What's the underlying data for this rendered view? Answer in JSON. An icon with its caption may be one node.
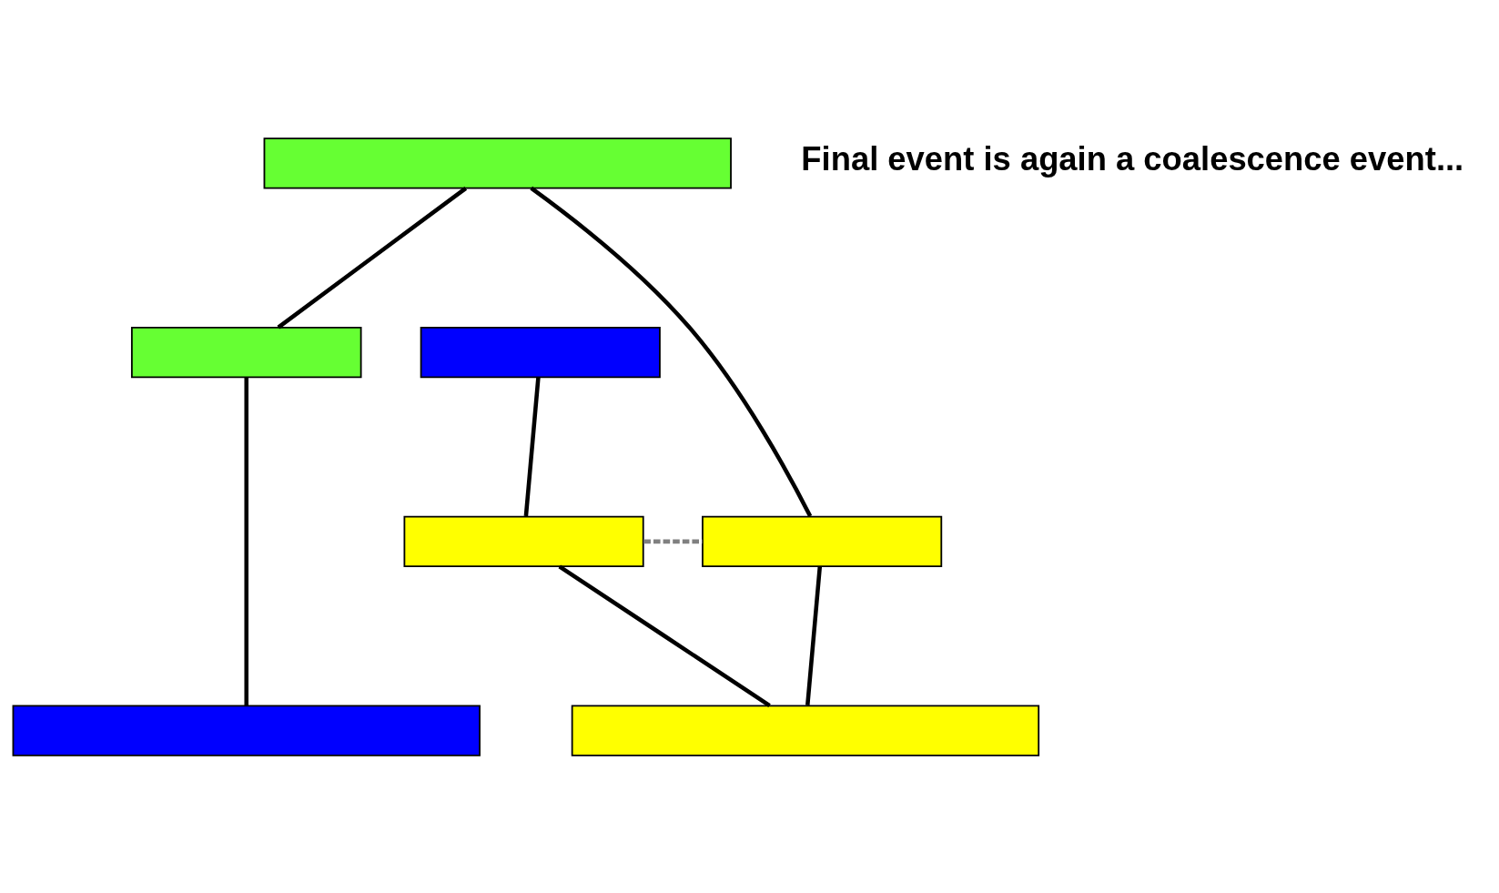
{
  "diagram": {
    "nodes": [
      {
        "text": [],
        "shape": "bar"
      },
      {
        "text": [],
        "shape": "bar"
      },
      {
        "text": [],
        "shape": "bar"
      },
      {
        "text": [],
        "shape": "bar"
      },
      {
        "text": [],
        "shape": "bar"
      },
      {
        "text": [],
        "shape": "bar"
      },
      {
        "text": [],
        "shape": "bar"
      }
    ],
    "edges": [
      {
        "from": 0,
        "to": 1,
        "arrow": "none"
      },
      {
        "from": 0,
        "to": 4,
        "arrow": "none"
      },
      {
        "from": 1,
        "to": 5,
        "arrow": "none"
      },
      {
        "from": 2,
        "to": 3,
        "arrow": "none"
      },
      {
        "from": 3,
        "to": 4,
        "arrow": "none",
        "style": "dashed",
        "color": "#808080"
      },
      {
        "from": 3,
        "to": 6,
        "arrow": "none"
      },
      {
        "from": 4,
        "to": 6,
        "arrow": "none"
      }
    ],
    "labels": [
      "Final event is again a coalescence event..."
    ]
  }
}
